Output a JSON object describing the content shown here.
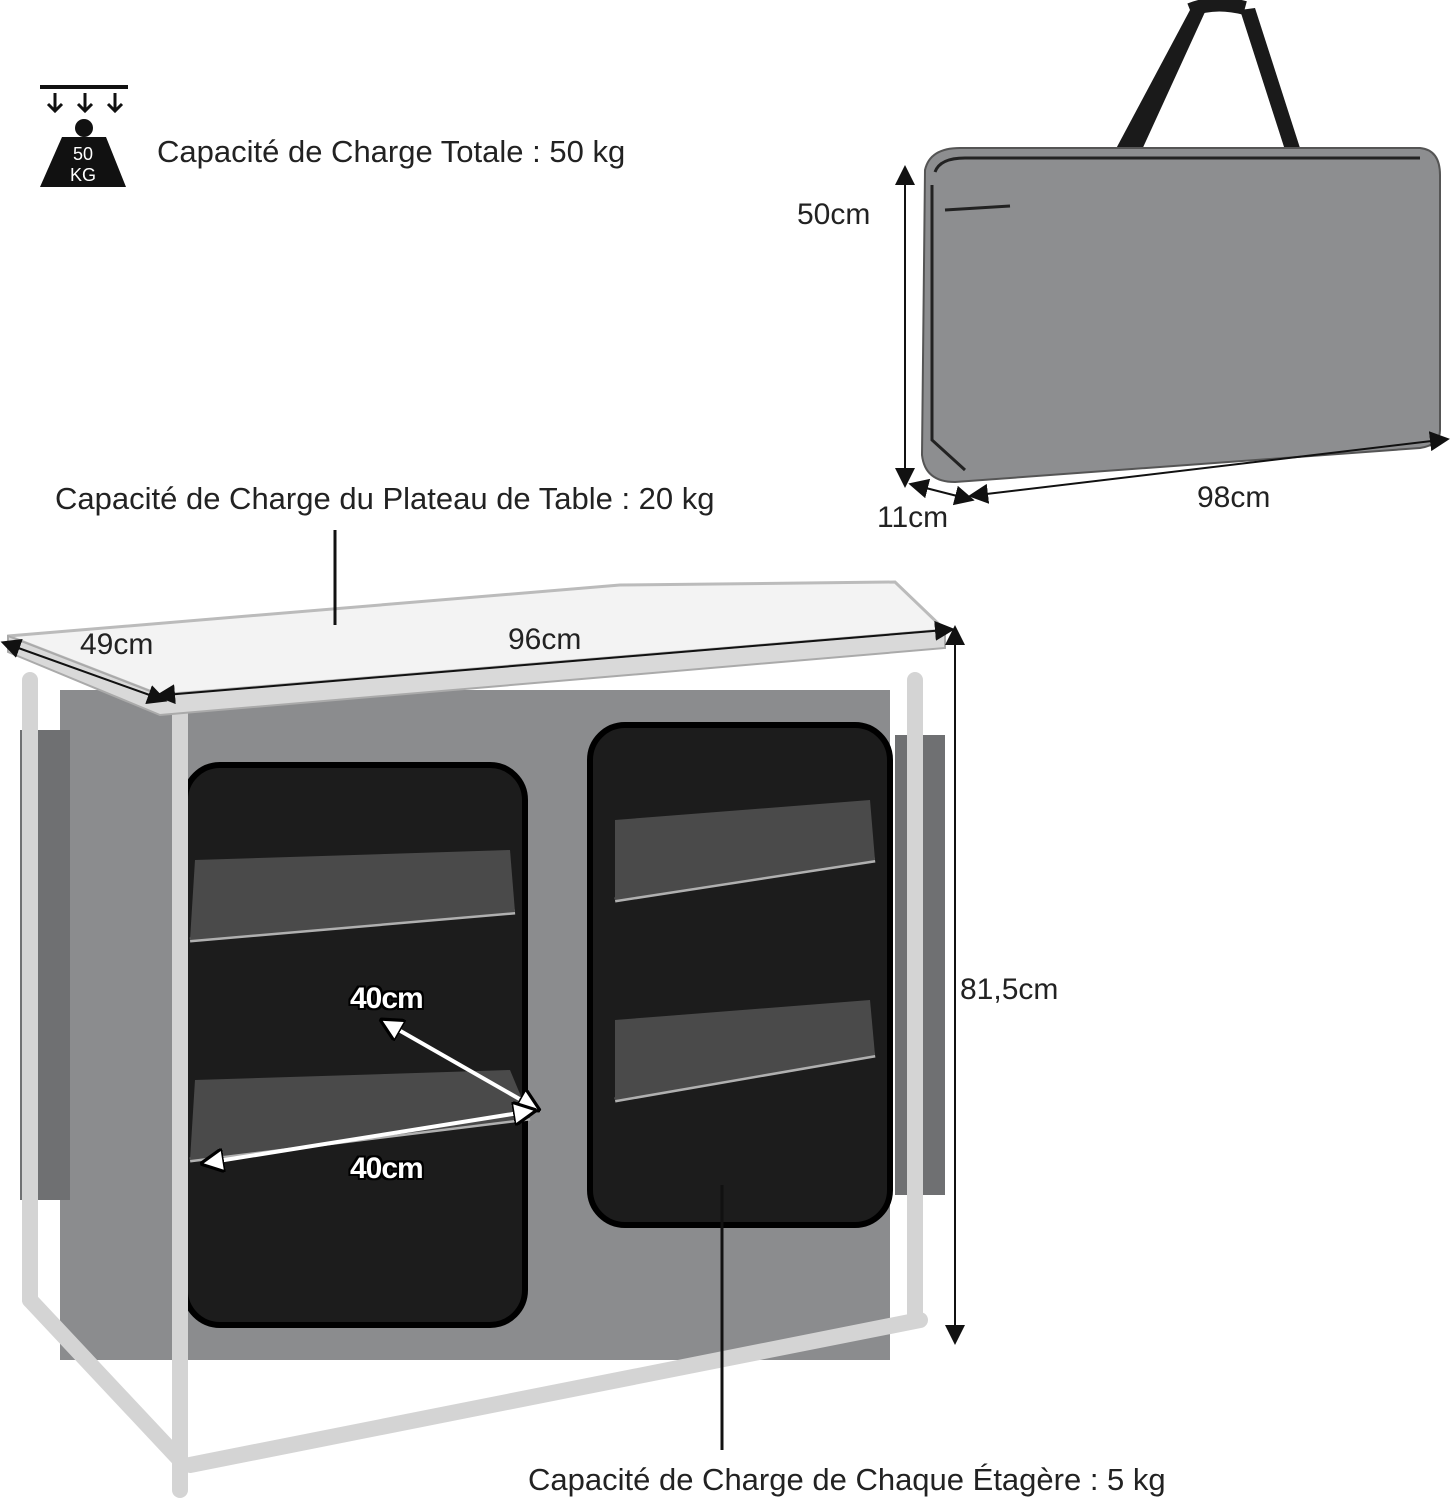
{
  "weight_icon": {
    "label_top": "50",
    "label_bottom": "KG"
  },
  "total_capacity": "Capacité de Charge Totale : 50 kg",
  "tabletop_capacity": "Capacité de Charge du Plateau de Table : 20 kg",
  "shelf_capacity": "Capacité de Charge de Chaque Étagère : 5 kg",
  "bag_dimensions": {
    "height": "50cm",
    "depth": "11cm",
    "width": "98cm"
  },
  "cabinet_dimensions": {
    "depth": "49cm",
    "width": "96cm",
    "height": "81,5cm",
    "shelf_depth": "40cm",
    "shelf_width": "40cm"
  },
  "colors": {
    "fabric": "#8c8d8f",
    "mesh": "#1c1c1c",
    "frame": "#d8d8d8",
    "top": "#f4f4f4"
  }
}
